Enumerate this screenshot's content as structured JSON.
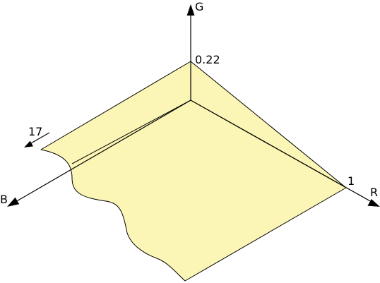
{
  "axes": {
    "r": {
      "label": "R",
      "max_value": "1"
    },
    "g": {
      "label": "G",
      "max_value": "0.22"
    },
    "b": {
      "label": "B",
      "max_value": "17"
    }
  },
  "colors": {
    "surface_fill": "#fbf6b5",
    "stroke": "#000000",
    "background": "#ffffff"
  }
}
